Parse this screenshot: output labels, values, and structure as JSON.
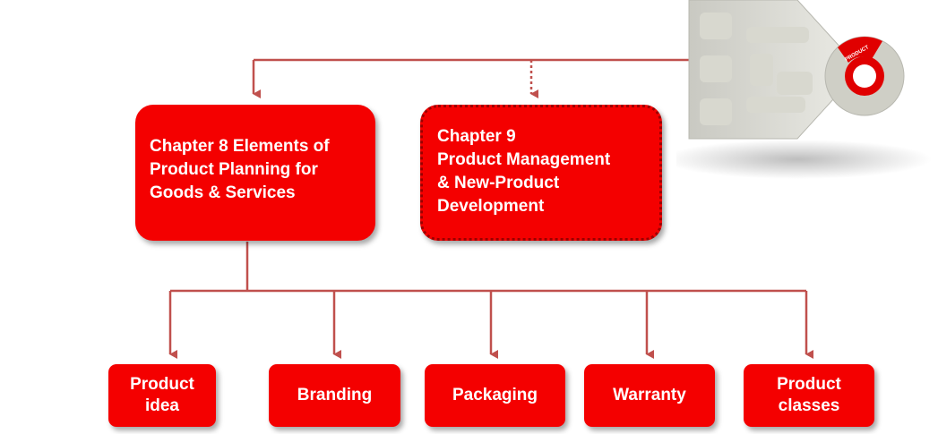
{
  "chapters": {
    "ch8": {
      "lines": [
        "Chapter 8  Elements of",
        "Product Planning for",
        "Goods & Services"
      ]
    },
    "ch9": {
      "lines": [
        "Chapter 9",
        "Product Management",
        "& New-Product",
        "Development"
      ]
    }
  },
  "elements": [
    {
      "lines": [
        "Product",
        "idea"
      ]
    },
    {
      "lines": [
        "Branding"
      ]
    },
    {
      "lines": [
        "Packaging"
      ]
    },
    {
      "lines": [
        "Warranty"
      ]
    },
    {
      "lines": [
        "Product",
        "classes"
      ]
    }
  ],
  "graphic": {
    "wheel_label": "PRODUCT"
  },
  "colors": {
    "box_fill": "#f40000",
    "connector": "#c0504d",
    "box_text": "#ffffff"
  }
}
